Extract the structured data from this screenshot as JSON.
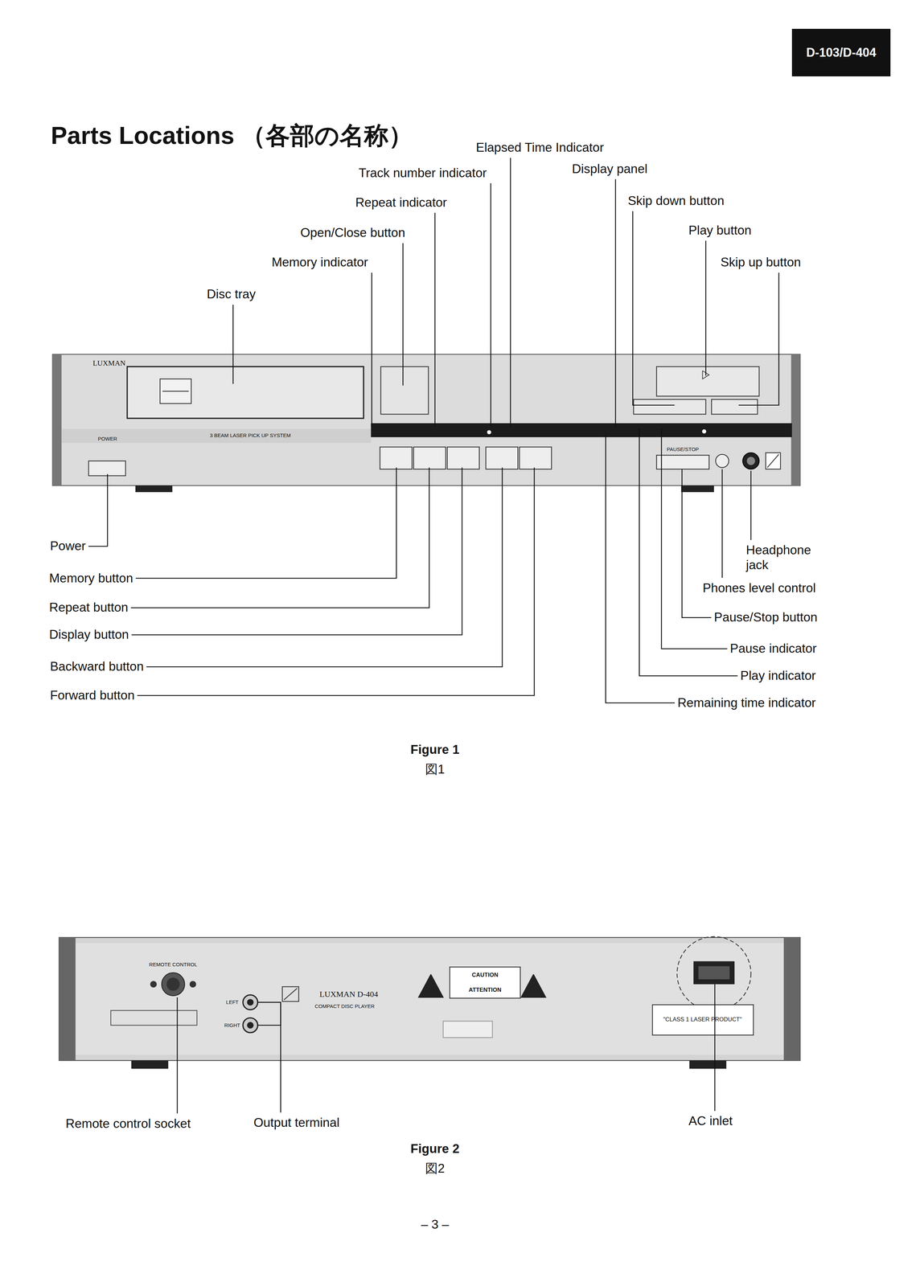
{
  "diagram": {
    "title": "Parts Locations （各部の名称）",
    "nodes": [
      {
        "text": [
          "D-103/D-404"
        ]
      }
    ],
    "labels": [
      "Elapsed Time Indicator",
      "Track number indicator",
      "Display panel",
      "Repeat indicator",
      "Skip down button",
      "Open/Close button",
      "Play button",
      "Memory indicator",
      "Skip up button",
      "Disc tray",
      "Power",
      "Headphone jack",
      "Memory button",
      "Phones level control",
      "Repeat button",
      "Pause/Stop button",
      "Display button",
      "Pause indicator",
      "Backward button",
      "Play indicator",
      "Forward button",
      "Remaining time indicator",
      "Figure 1",
      "図1",
      "Remote control socket",
      "Output terminal",
      "AC inlet",
      "Figure 2",
      "図2",
      "– 3 –",
      "LUXMAN",
      "POWER",
      "3 BEAM LASER PICK UP SYSTEM",
      "PAUSE/STOP",
      "REMOTE CONTROL",
      "LEFT",
      "RIGHT",
      "LUXMAN D-404",
      "COMPACT DISC PLAYER",
      "CAUTION",
      "ATTENTION",
      "\"CLASS 1 LASER PRODUCT\""
    ]
  }
}
